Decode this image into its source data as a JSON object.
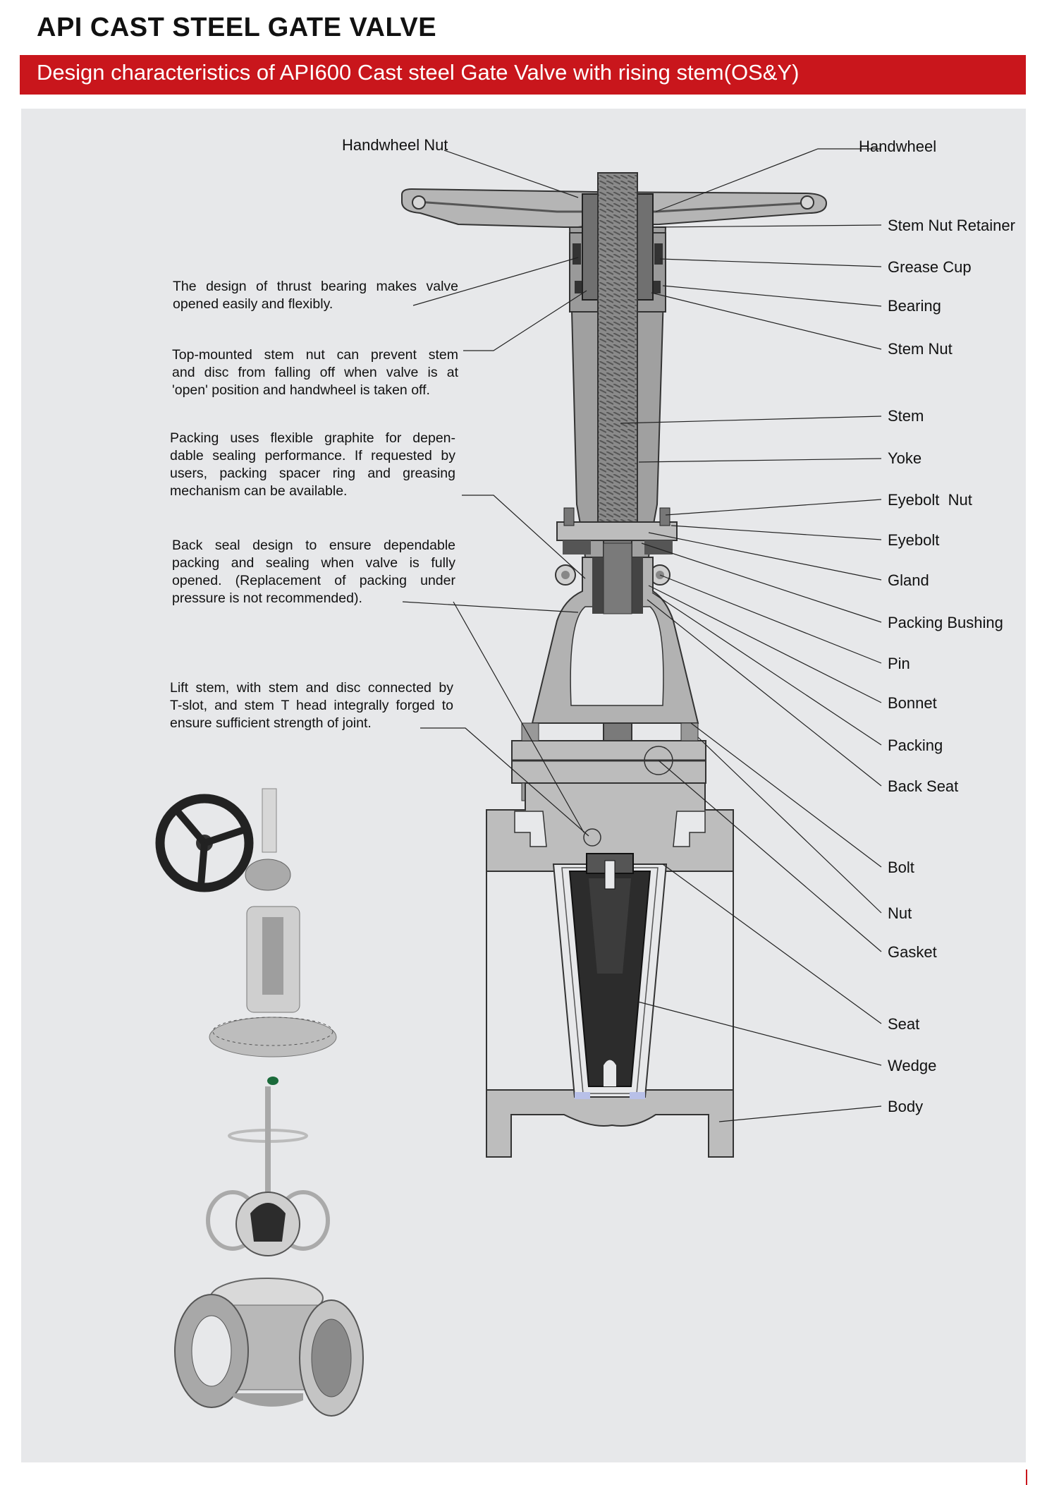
{
  "header": {
    "title": "API CAST STEEL GATE VALVE",
    "subtitle": "Design characteristics of API600 Cast steel Gate Valve with rising stem(OS&Y)"
  },
  "descriptions": [
    {
      "line1": "The design of thrust bearing makes valve",
      "line2": "opened easily and flexibly."
    },
    {
      "line1": "Top-mounted stem nut can prevent stem",
      "line2": "and disc from falling off when valve is at",
      "line3": "'open' position and handwheel is taken off."
    },
    {
      "line1": "Packing uses flexible graphite for depen-",
      "line2": "dable sealing performance. If requested by",
      "line3": "users, packing spacer ring and greasing",
      "line4": "mechanism can be available."
    },
    {
      "line1": "Back seal design to ensure dependable",
      "line2": "packing and sealing when valve is fully",
      "line3": "opened. (Replacement of packing under",
      "line4": "pressure is not recommended)."
    },
    {
      "line1": "Lift stem, with stem and disc connected by",
      "line2": "T-slot, and stem T head integrally forged to",
      "line3": "ensure sufficient strength of joint."
    }
  ],
  "part_labels": {
    "handwheel_nut": "Handwheel Nut",
    "handwheel": "Handwheel",
    "stem_nut_retainer": "Stem Nut Retainer",
    "grease_cup": "Grease Cup",
    "bearing": "Bearing",
    "stem_nut": "Stem Nut",
    "stem": "Stem",
    "yoke": "Yoke",
    "eyebolt_nut": "Eyebolt  Nut",
    "eyebolt": "Eyebolt",
    "gland": "Gland",
    "packing_bushing": "Packing Bushing",
    "pin": "Pin",
    "bonnet": "Bonnet",
    "packing": "Packing",
    "back_seat": "Back Seat",
    "bolt": "Bolt",
    "nut": "Nut",
    "gasket": "Gasket",
    "seat": "Seat",
    "wedge": "Wedge",
    "body": "Body"
  },
  "colors": {
    "brand_red": "#c9161c",
    "panel_bg": "#e7e8ea",
    "metal_light": "#c8c8c8",
    "metal_mid": "#a9a9a9",
    "metal_dark": "#6d6d6d",
    "wedge_black": "#2c2c2c"
  }
}
